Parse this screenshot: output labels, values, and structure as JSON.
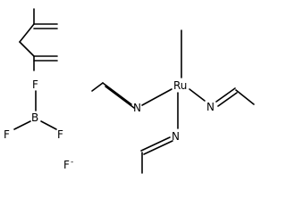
{
  "diagram": {
    "type": "chemical-structure",
    "atoms": {
      "ruthenium": "Ru",
      "nitrogen_left": "N",
      "nitrogen_right": "N",
      "nitrogen_bottom": "N",
      "boron": "B",
      "fluorine_top": "F",
      "fluorine_left": "F",
      "fluorine_right": "F",
      "fluoride_ion": "F",
      "fluoride_charge": "-"
    }
  }
}
